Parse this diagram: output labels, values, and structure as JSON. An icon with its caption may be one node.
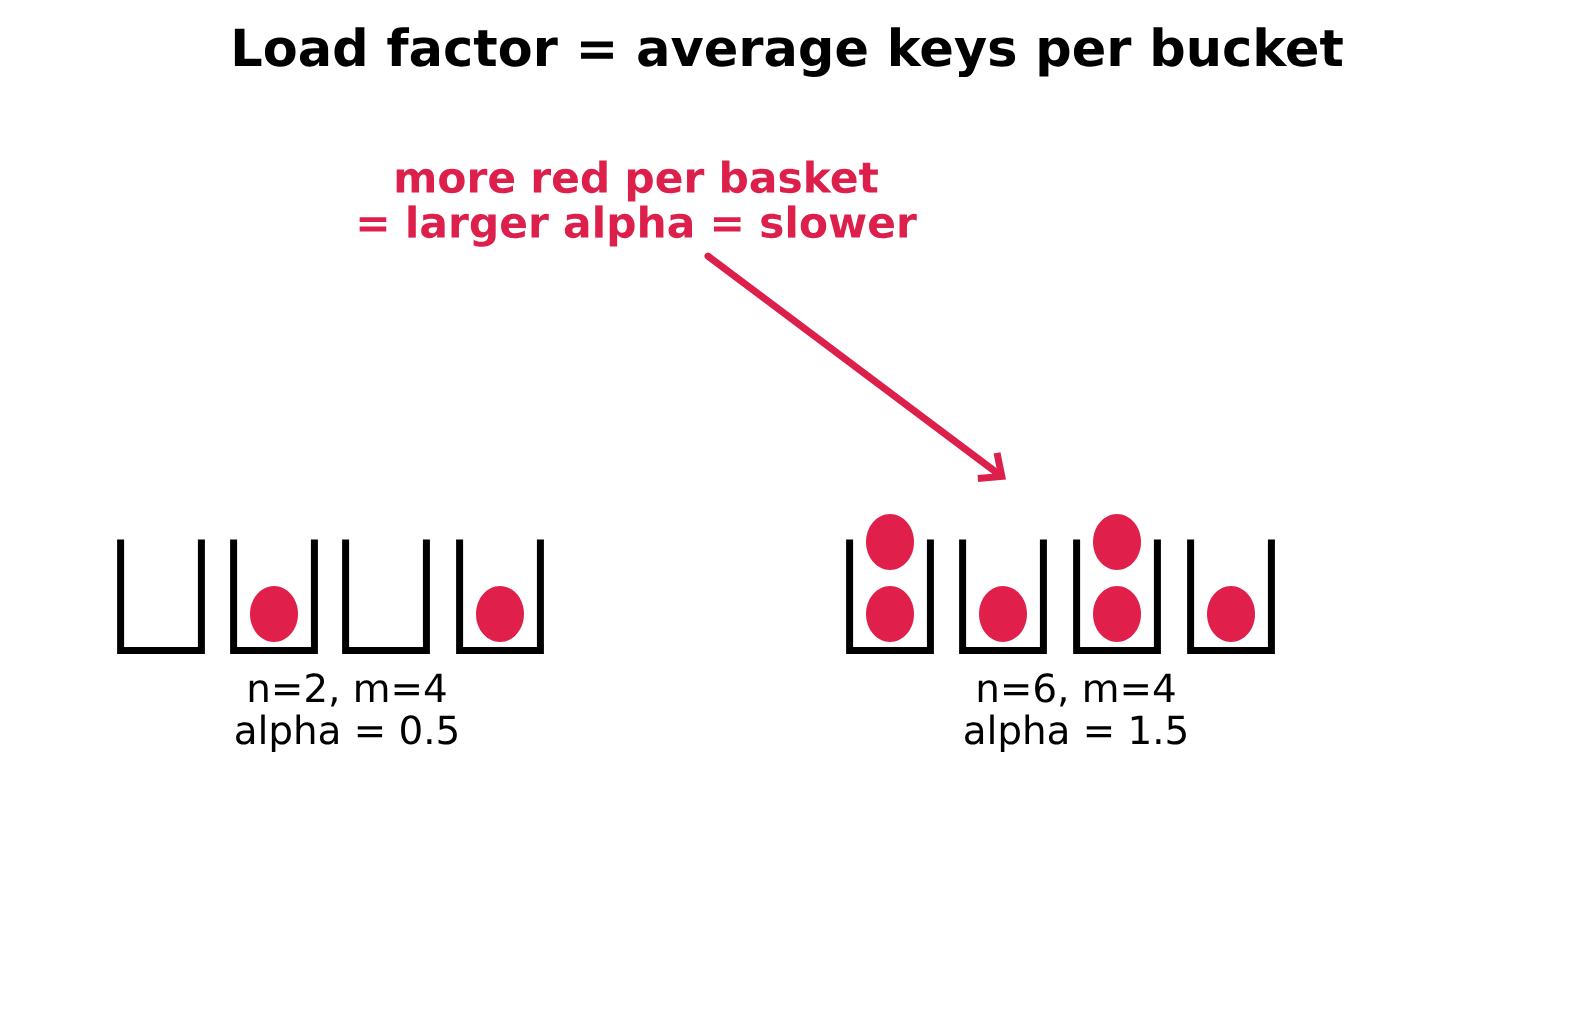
{
  "diagram": {
    "title": "Load factor = average keys per bucket",
    "nodes": [
      {
        "text": [
          "more red per basket = larger alpha = slower"
        ]
      },
      {
        "text": [],
        "shape": "bucket"
      },
      {
        "text": [],
        "shape": "bucket"
      },
      {
        "text": [],
        "shape": "bucket"
      },
      {
        "text": [],
        "shape": "bucket"
      },
      {
        "text": [],
        "shape": "bucket"
      },
      {
        "text": [],
        "shape": "bucket"
      },
      {
        "text": [],
        "shape": "bucket"
      },
      {
        "text": [],
        "shape": "bucket"
      }
    ],
    "edges": [
      {
        "from": 0,
        "to": 6,
        "arrow": "to"
      }
    ],
    "labels": [
      "n=2, m=4",
      "alpha = 0.5",
      "n=6, m=4",
      "alpha = 1.5"
    ]
  }
}
